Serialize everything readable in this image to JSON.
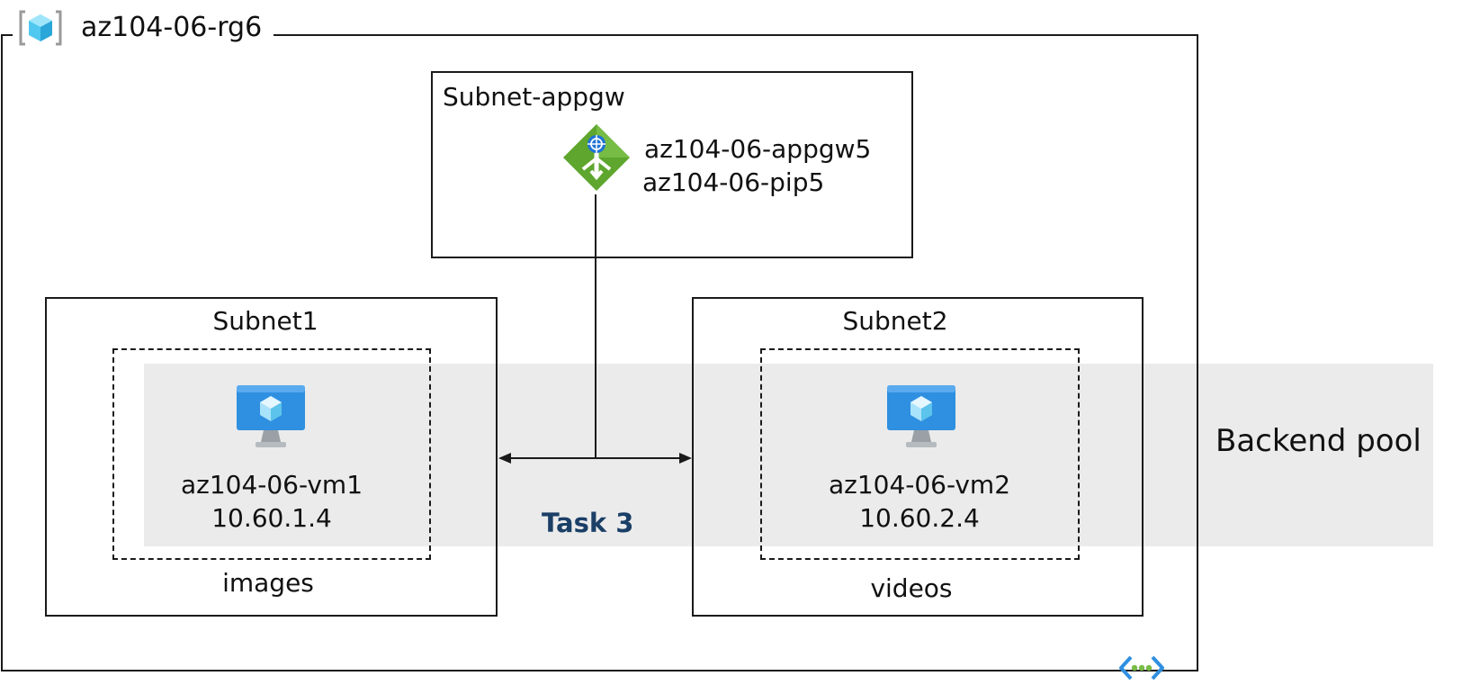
{
  "resource_group": {
    "name": "az104-06-rg6",
    "icon": "resource-group-icon"
  },
  "subnet_appgw": {
    "label": "Subnet-appgw",
    "gateway_name": "az104-06-appgw5",
    "public_ip_name": "az104-06-pip5",
    "icon": "application-gateway-icon",
    "icon_color": "#5ea62e"
  },
  "subnet1": {
    "label": "Subnet1",
    "vm_name": "az104-06-vm1",
    "vm_ip": "10.60.1.4",
    "pool_path": "images",
    "icon": "virtual-machine-icon"
  },
  "subnet2": {
    "label": "Subnet2",
    "vm_name": "az104-06-vm2",
    "vm_ip": "10.60.2.4",
    "pool_path": "videos",
    "icon": "virtual-machine-icon"
  },
  "task_label": "Task 3",
  "backend_pool_label": "Backend pool",
  "vnet_icon": "virtual-network-icon",
  "colors": {
    "task_text": "#1b3f66",
    "band": "#ebebeb",
    "vm_blue": "#2f8fe0"
  }
}
